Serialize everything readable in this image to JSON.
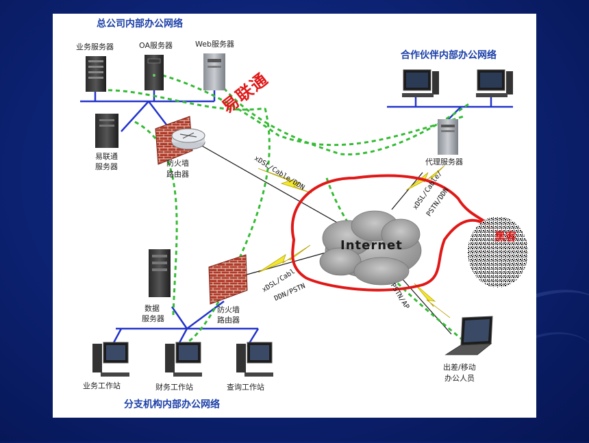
{
  "titles": {
    "hq": "总公司内部办公网络",
    "partner": "合作伙伴内部办公网络",
    "branch": "分支机构内部办公网络"
  },
  "devices": {
    "business_server": "业务服务器",
    "oa_server": "OA服务器",
    "web_server": "Web服务器",
    "ylt_server_1": "易联通",
    "ylt_server_2": "服务器",
    "firewall_hq_1": "防火墙",
    "firewall_hq_2": "路由器",
    "proxy_server": "代理服务器",
    "data_server_1": "数据",
    "data_server_2": "服务器",
    "firewall_branch_1": "防火墙",
    "firewall_branch_2": "路由器",
    "ws_business": "业务工作站",
    "ws_finance": "财务工作站",
    "ws_query": "查询工作站",
    "mobile_1": "出差/移动",
    "mobile_2": "办公人员"
  },
  "links": {
    "hq": "xDSL/Cable/DDN",
    "partner_1": "xDSL/Cable/",
    "partner_2": "PSTN/DDN",
    "branch_1": "xDSL/Cabl",
    "branch_2": "DDN/PSTN",
    "mobile": "PSTN/AP"
  },
  "overlay": {
    "brand": "易联通",
    "cloud": "Internet",
    "hacker": "黑客"
  },
  "colors": {
    "bus": "#2233cc",
    "vpn_tunnel": "#33bb33",
    "lightning": "#f2e830",
    "annotation": "#e01818",
    "title": "#1b3fa8"
  }
}
